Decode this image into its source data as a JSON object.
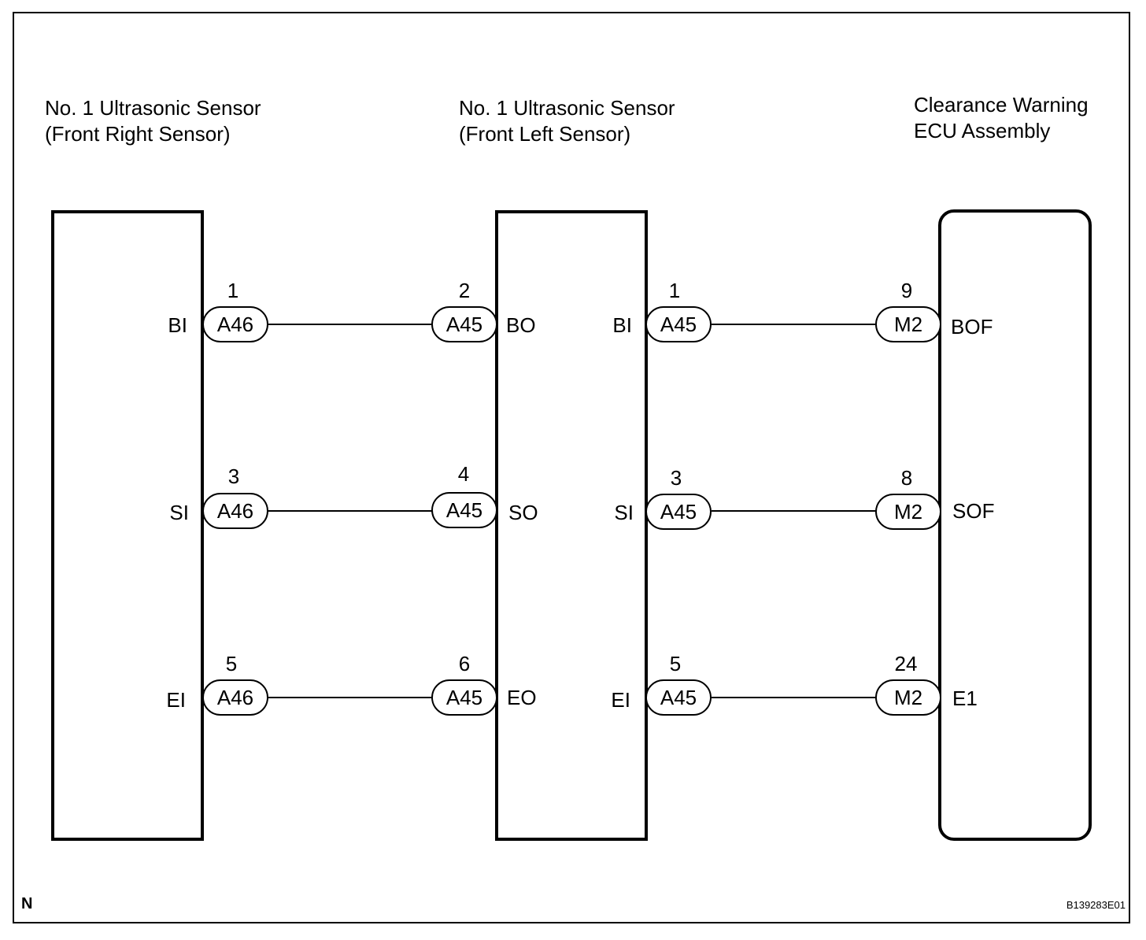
{
  "components": {
    "front_right": {
      "title_line1": "No. 1 Ultrasonic Sensor",
      "title_line2": "(Front Right Sensor)"
    },
    "front_left": {
      "title_line1": "No. 1 Ultrasonic Sensor",
      "title_line2": "(Front Left Sensor)"
    },
    "ecu": {
      "title_line1": "Clearance Warning",
      "title_line2": "ECU Assembly"
    }
  },
  "left_links": [
    {
      "from_terminal": "BI",
      "from_pin": "1",
      "from_connector": "A46",
      "to_pin": "2",
      "to_connector": "A45",
      "to_terminal": "BO"
    },
    {
      "from_terminal": "SI",
      "from_pin": "3",
      "from_connector": "A46",
      "to_pin": "4",
      "to_connector": "A45",
      "to_terminal": "SO"
    },
    {
      "from_terminal": "EI",
      "from_pin": "5",
      "from_connector": "A46",
      "to_pin": "6",
      "to_connector": "A45",
      "to_terminal": "EO"
    }
  ],
  "right_links": [
    {
      "from_terminal": "BI",
      "from_pin": "1",
      "from_connector": "A45",
      "to_pin": "9",
      "to_connector": "M2",
      "to_terminal": "BOF"
    },
    {
      "from_terminal": "SI",
      "from_pin": "3",
      "from_connector": "A45",
      "to_pin": "8",
      "to_connector": "M2",
      "to_terminal": "SOF"
    },
    {
      "from_terminal": "EI",
      "from_pin": "5",
      "from_connector": "A45",
      "to_pin": "24",
      "to_connector": "M2",
      "to_terminal": "E1"
    }
  ],
  "footer": {
    "mark": "N",
    "figure_code": "B139283E01"
  }
}
